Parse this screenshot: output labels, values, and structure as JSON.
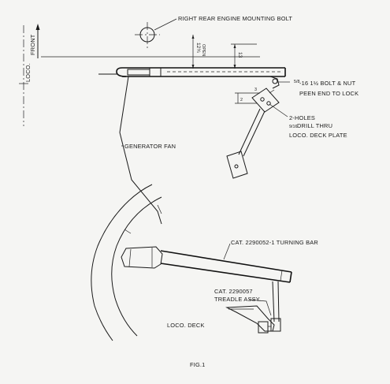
{
  "drawing": {
    "labels": {
      "mounting_bolt": "RIGHT REAR ENGINE MOUNTING BOLT",
      "front": "FRONT",
      "loco_centerline": "LOCO.",
      "bolt_nut_line1": "-16 1½ BOLT & NUT",
      "bolt_nut_line2": "PEEN END TO LOCK",
      "holes_line1": "2-HOLES",
      "holes_line2": "DRILL THRU",
      "holes_line3": "LOCO. DECK PLATE",
      "generator_fan": "GENERATOR FAN",
      "turning_bar": "CAT. 2290052-1 TURNING BAR",
      "treadle_line1": "CAT. 2290057",
      "treadle_line2": "TREADLE ASSY.",
      "loco_deck": "LOCO. DECK",
      "figure": "FIG.1"
    },
    "dimensions": {
      "vertical_main": "13",
      "vertical_left": "12¾",
      "vertical_left_sub": "OPEN",
      "small_upper": "3",
      "small_lower": "2"
    }
  }
}
